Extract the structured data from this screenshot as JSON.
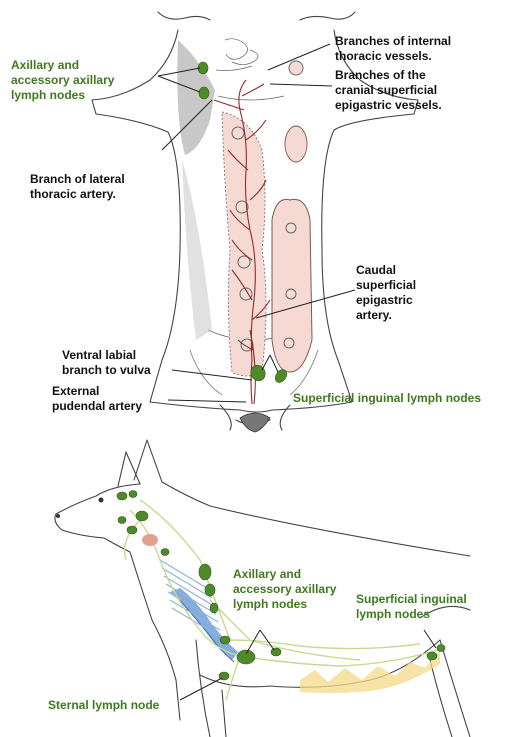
{
  "colors": {
    "label_green": "#3f7a1d",
    "node_green": "#4e8a2a",
    "mammary_pink": "#f6d9d2",
    "vessel_red": "#8b2d2d",
    "esophagus_blue": "#6f9fd8"
  },
  "top_diagram": {
    "labels": {
      "axillary_nodes": "Axillary and\naccessory axillary\nlymph nodes",
      "internal_thoracic": "Branches of internal\nthoracic vessels.",
      "cranial_epigastric": "Branches of the\ncranial superficial\nepigastric vessels.",
      "lateral_thoracic": "Branch of lateral\nthoracic artery.",
      "caudal_epigastric": "Caudal\nsuperficial\nepigastric\nartery.",
      "ventral_labial": "Ventral labial\nbranch to vulva",
      "external_pudendal": "External\npudendal artery",
      "superficial_inguinal": "Superficial inguinal lymph nodes"
    }
  },
  "bottom_diagram": {
    "labels": {
      "axillary_nodes": "Axillary and\naccessory axillary\nlymph nodes",
      "superficial_inguinal": "Superficial inguinal\nlymph nodes",
      "sternal_node": "Sternal lymph node"
    }
  }
}
